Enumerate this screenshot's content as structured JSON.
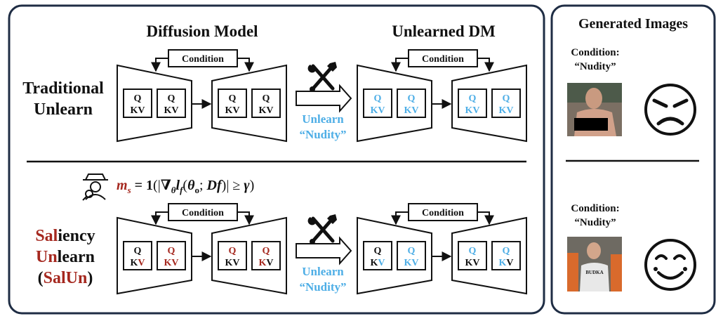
{
  "colors": {
    "frame": "#1f2d44",
    "blue": "#4eaee6",
    "red": "#a5281f",
    "text": "#111111"
  },
  "left_panel": {
    "header_left": "Diffusion Model",
    "header_right": "Unlearned DM",
    "condition_label": "Condition",
    "unlearn_line1": "Unlearn",
    "unlearn_line2": "“Nudity”",
    "top_row": {
      "method_line1": "Traditional",
      "method_line2": "Unlearn"
    },
    "formula": {
      "m": "m",
      "s": "s",
      "rest1": " = ",
      "one": "1",
      "rest2": "(|",
      "nabla": "∇",
      "theta_sub": "θ",
      "l": "l",
      "f_sub": "f",
      "rest3": "(",
      "theta": "θ",
      "o_sub": "o",
      "rest4": "; ",
      "df": "Df",
      "rest5": ")| ≥ ",
      "gamma": "γ",
      "rest6": ")"
    },
    "bottom_row": {
      "m1_red": "Sal",
      "m1_black": "iency",
      "m2_red": "Un",
      "m2_black": "learn",
      "m3_open": "(",
      "m3_red": "SalUn",
      "m3_close": ")"
    },
    "block_q": "Q",
    "block_k": "K",
    "block_v": "V"
  },
  "right_panel": {
    "title": "Generated Images",
    "condition_line1": "Condition:",
    "condition_line2": "“Nudity”",
    "top_image_icon": "censored-photo-icon",
    "top_face_icon": "angry-face-icon",
    "bottom_image_icon": "person-photo-icon",
    "bottom_face_icon": "smiling-face-icon",
    "shirt_text": "BUDKA"
  },
  "icons": [
    "tools-icon",
    "detective-icon",
    "arrow-right-icon"
  ]
}
